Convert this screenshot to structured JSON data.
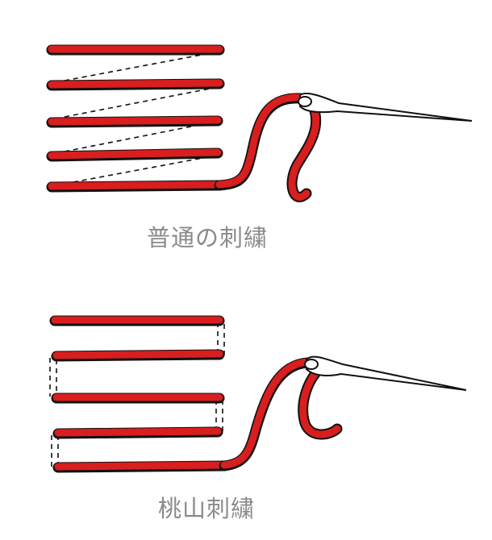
{
  "diagrams": [
    {
      "id": "normal",
      "caption": "普通の刺繍",
      "thread_color": "#d81e1e",
      "bar_count": 5
    },
    {
      "id": "momoyama",
      "caption": "桃山刺繍",
      "thread_color": "#d81e1e",
      "bar_count": 5
    }
  ],
  "colors": {
    "thread": "#d81e1e",
    "outline": "#111111",
    "caption": "#8a8a8a"
  }
}
